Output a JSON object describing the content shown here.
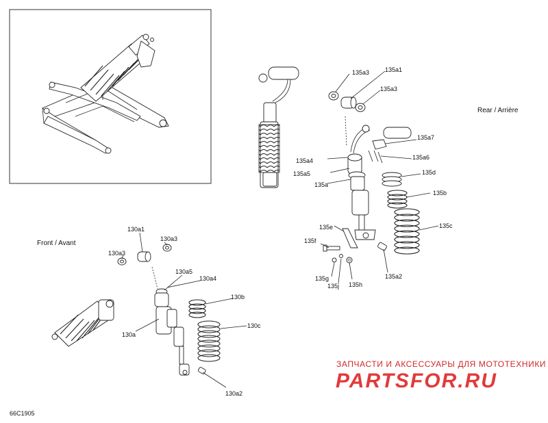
{
  "sections": {
    "rear": "Rear / Arrière",
    "front": "Front / Avant"
  },
  "labels": {
    "l135a3_top": "135a3",
    "l135a1": "135a1",
    "l135a3_mid": "135a3",
    "l135a7": "135a7",
    "l135a4": "135a4",
    "l135a6": "135a6",
    "l135a5": "135a5",
    "l135d": "135d",
    "l135a": "135a",
    "l135b": "135b",
    "l135c": "135c",
    "l135e": "135e",
    "l135f": "135f",
    "l135a2": "135a2",
    "l135g": "135g",
    "l135h": "135h",
    "l135j": "135j",
    "l130a1": "130a1",
    "l130a3_r": "130a3",
    "l130a3_l": "130a3",
    "l130a5": "130a5",
    "l130a4": "130a4",
    "l130b": "130b",
    "l130a": "130a",
    "l130c": "130c",
    "l130a2": "130a2"
  },
  "watermark": {
    "line1": "ЗАПЧАСТИ И АКСЕССУАРЫ ДЛЯ МОТОТЕХНИКИ",
    "line2": "PARTSFOR.RU"
  },
  "diagram_code": "66C1905",
  "colors": {
    "watermark": "#e23a3a",
    "lines": "#222222"
  }
}
